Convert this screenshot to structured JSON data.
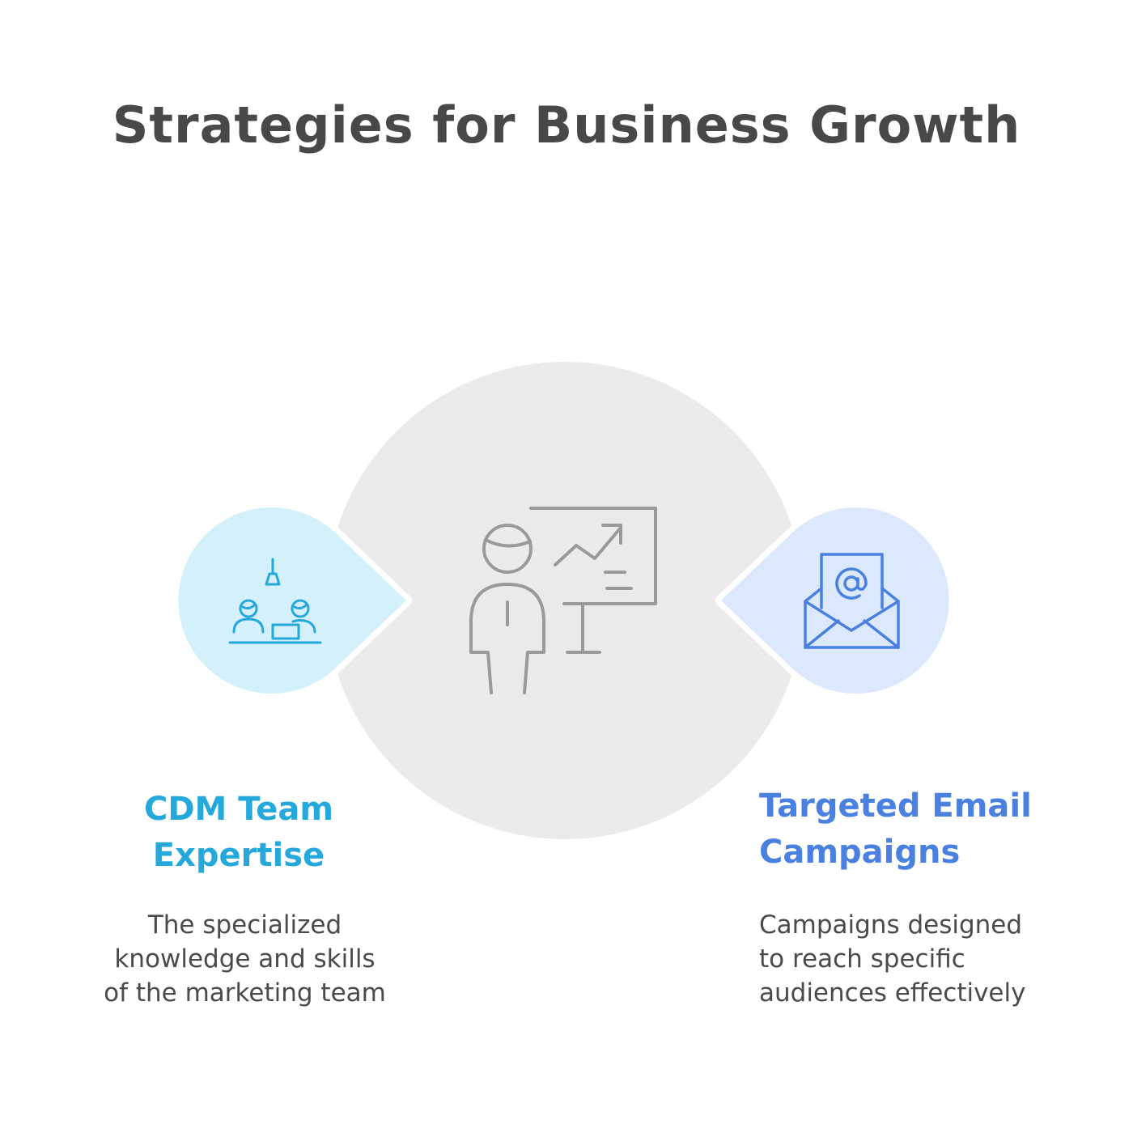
{
  "title": "Strategies for Business Growth",
  "colors": {
    "center_circle": "#ebebeb",
    "center_icon": "#9a9a9a",
    "left_circle": "#d4f1fb",
    "left_accent": "#25a8dc",
    "right_circle": "#dce8fc",
    "right_accent": "#4a80e0",
    "title": "#484848",
    "body_text": "#4a4a4a"
  },
  "center": {
    "icon": "presenter-chart-icon"
  },
  "left": {
    "icon": "team-at-desk-icon",
    "heading": [
      "CDM Team",
      "Expertise"
    ],
    "description": [
      "The specialized",
      "knowledge and skills",
      "of the marketing team"
    ]
  },
  "right": {
    "icon": "email-envelope-icon",
    "heading": [
      "Targeted Email",
      "Campaigns"
    ],
    "description": [
      "Campaigns designed",
      "to reach specific",
      "audiences effectively"
    ]
  }
}
